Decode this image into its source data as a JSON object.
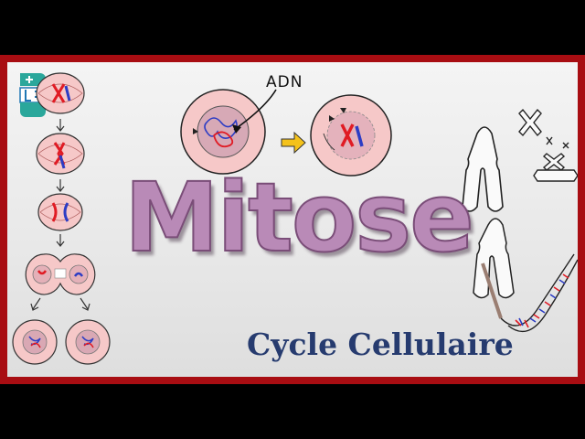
{
  "title": "Mitose",
  "subtitle": "Cycle Cellulaire",
  "dna_label": "ADN",
  "colors": {
    "frame": "#a80d12",
    "title_fill": "#b98ab7",
    "title_outline": "#7a4d78",
    "subtitle": "#263b6f",
    "cell": "#f6c8c8",
    "chromosome_red": "#e01b24",
    "chromosome_blue": "#2c3cc4",
    "logo_teal": "#2aa79b",
    "logo_blue": "#1f77b4"
  },
  "icons": {
    "logo": "medical-channel-logo-icon",
    "arrow": "yellow-right-arrow-icon"
  }
}
